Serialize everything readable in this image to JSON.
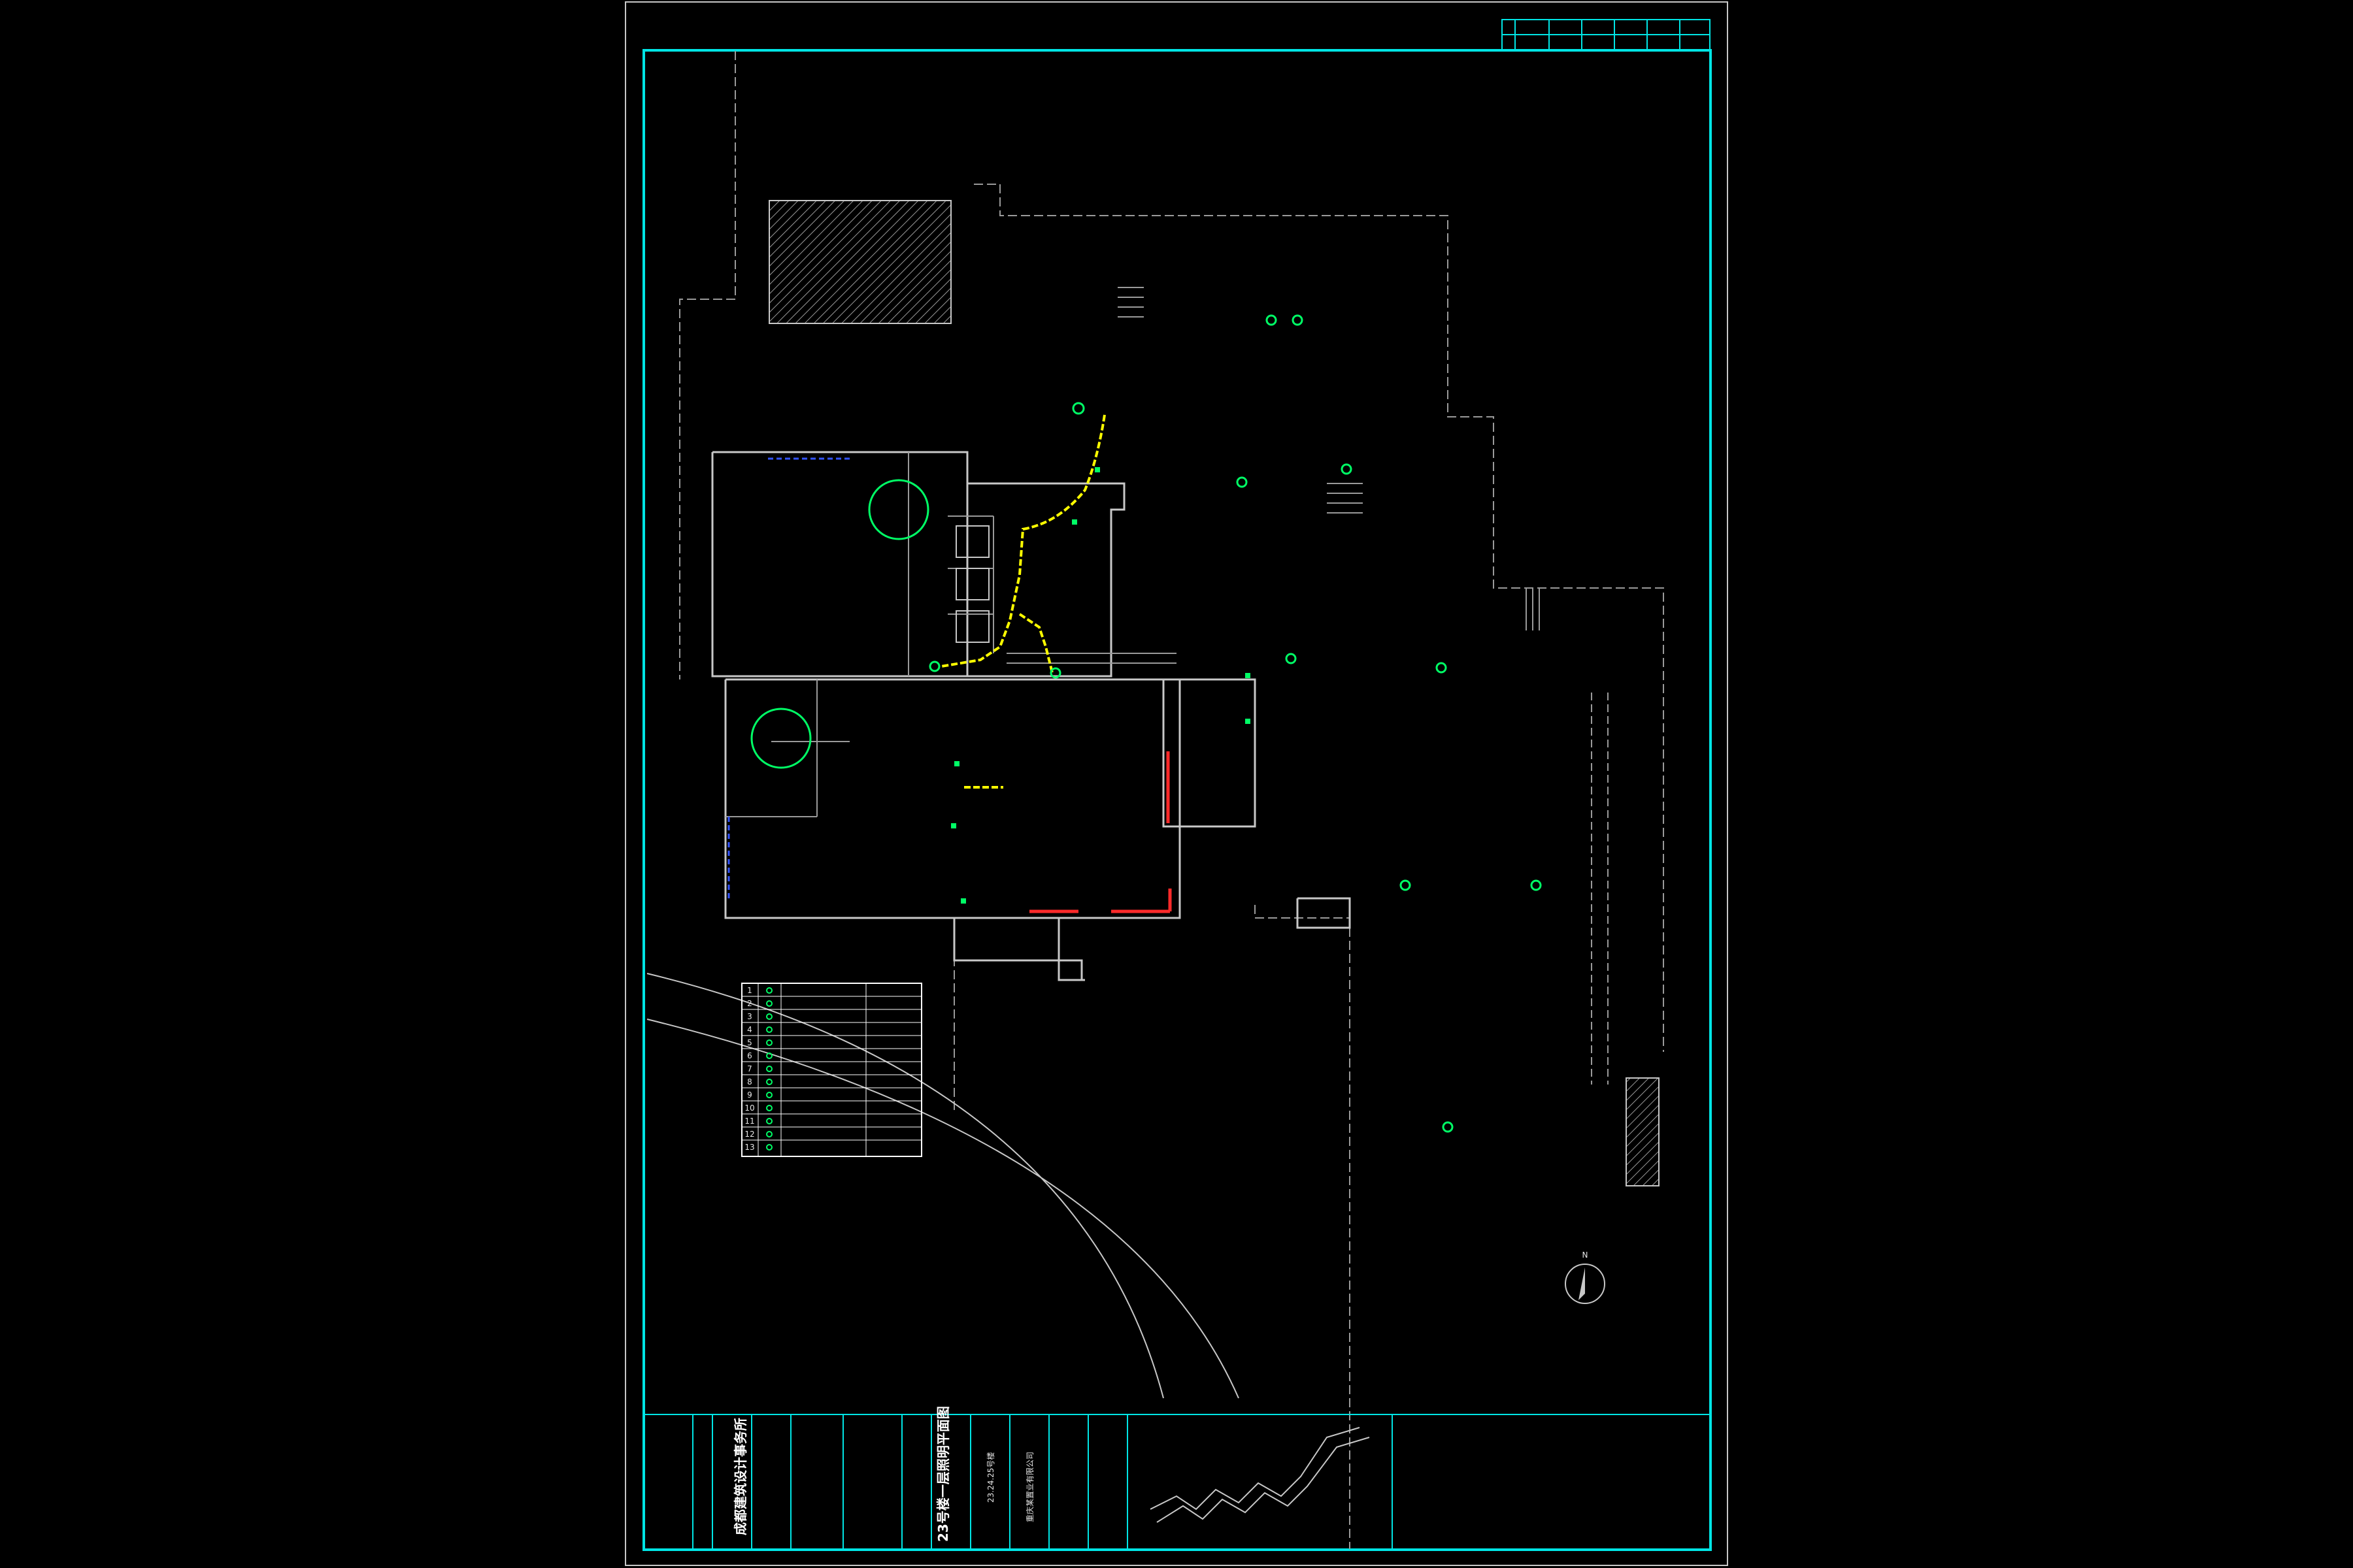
{
  "colors": {
    "background": "#000000",
    "frame": "#00e5e5",
    "wall": "#c8c8c8",
    "dashed": "#9a9a9a",
    "wire": "#ffff00",
    "fixture": "#00ff66",
    "accent_red": "#ff2a2a",
    "blue": "#3355ff",
    "text": "#e6e6e6"
  },
  "legend": {
    "rows": [
      {
        "no": "1"
      },
      {
        "no": "2"
      },
      {
        "no": "3"
      },
      {
        "no": "4"
      },
      {
        "no": "5"
      },
      {
        "no": "6"
      },
      {
        "no": "7"
      },
      {
        "no": "8"
      },
      {
        "no": "9"
      },
      {
        "no": "10"
      },
      {
        "no": "11"
      },
      {
        "no": "12"
      },
      {
        "no": "13"
      }
    ]
  },
  "compass": {
    "label": "N"
  },
  "title_block": {
    "drawing_title": "23号楼一层照明平面图",
    "company": "成都建筑设计事务所",
    "project_no": "23.24.25号楼",
    "client": "重庆某置业有限公司"
  },
  "icons": {
    "compass": "north-arrow-icon",
    "fixture": "ceiling-light-icon",
    "switch": "wall-switch-icon"
  }
}
